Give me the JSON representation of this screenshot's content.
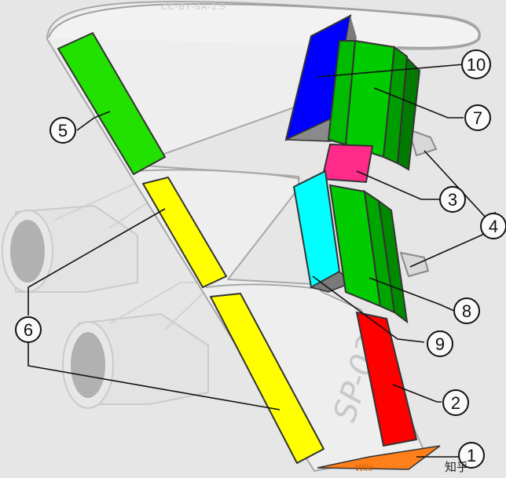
{
  "figure": {
    "license_watermark": "CC-BY-SA-2.5",
    "registration": "SP-036",
    "corner_watermark": "知乎",
    "trailing_watermark": "Wiki"
  },
  "callouts": [
    {
      "id": 1,
      "label": "1",
      "color": "#ff7f1a"
    },
    {
      "id": 2,
      "label": "2",
      "color": "#ff0000"
    },
    {
      "id": 3,
      "label": "3",
      "color": "#ff2a8a"
    },
    {
      "id": 4,
      "label": "4",
      "color": "#cccccc"
    },
    {
      "id": 5,
      "label": "5",
      "color": "#22e000"
    },
    {
      "id": 6,
      "label": "6",
      "color": "#ffff00"
    },
    {
      "id": 7,
      "label": "7",
      "color": "#00cc00"
    },
    {
      "id": 8,
      "label": "8",
      "color": "#00cc00"
    },
    {
      "id": 9,
      "label": "9",
      "color": "#00ffff"
    },
    {
      "id": 10,
      "label": "10",
      "color": "#0000ff"
    }
  ],
  "colors": {
    "background": "#e6e6e6",
    "wing": "#eeeeee",
    "outline": "#aaaaaa",
    "aileron": "#ff0000",
    "spoiler_inner": "#00cc00",
    "slats": "#ffff00",
    "krueger": "#22e000",
    "air_brake": "#0000ff",
    "flap": "#00ffff",
    "trim": "#ff2a8a",
    "tab": "#ff7f1a"
  }
}
